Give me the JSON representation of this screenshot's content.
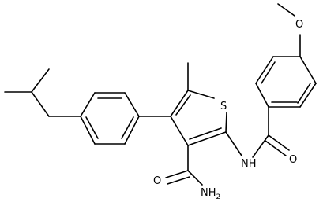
{
  "molecule": {
    "atoms": [
      {
        "key": "O_methoxy",
        "label": "O"
      },
      {
        "key": "S_ring",
        "label": "S"
      },
      {
        "key": "NH_amide",
        "label": "NH"
      },
      {
        "key": "O_benzoyl",
        "label": "O"
      },
      {
        "key": "O_carboxamide",
        "label": "O"
      },
      {
        "key": "NH2_carboxamide",
        "label": "NH",
        "sub": "2"
      }
    ]
  },
  "colors": {
    "bond": "#000000",
    "text": "#000000",
    "background": "#ffffff"
  }
}
